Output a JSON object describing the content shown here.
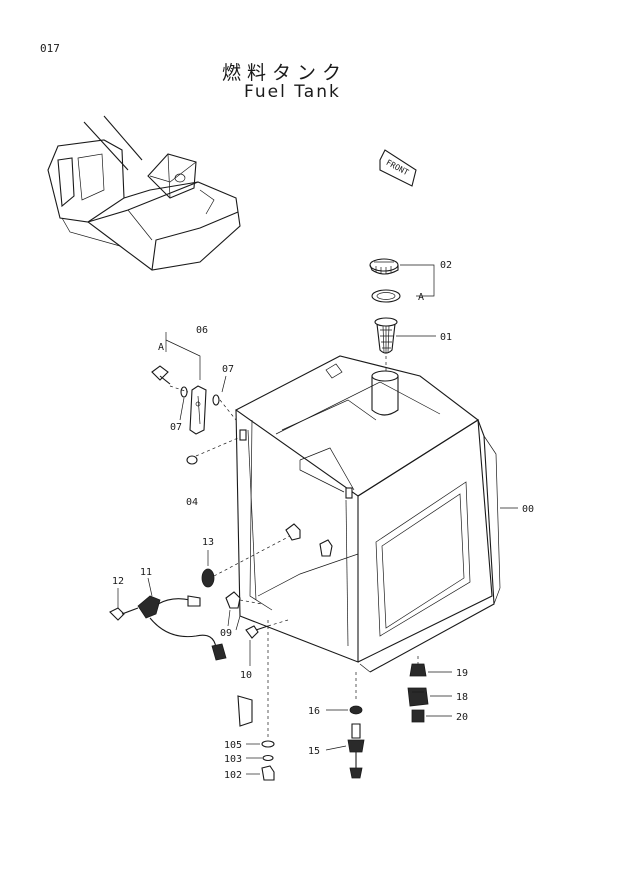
{
  "page": {
    "number": "017"
  },
  "title": {
    "japanese": "燃料タンク",
    "english": "Fuel Tank"
  },
  "front_tag": "FRONT",
  "part_labels": {
    "p00": "00",
    "p01": "01",
    "p02": "02",
    "p04": "04",
    "p06": "06",
    "p07a": "07",
    "p07b": "07",
    "p09": "09",
    "p10": "10",
    "p11": "11",
    "p12": "12",
    "p13": "13",
    "p15": "15",
    "p16": "16",
    "p18": "18",
    "p19": "19",
    "p20": "20",
    "p102": "102",
    "p103": "103",
    "p105": "105"
  },
  "reference_labels": {
    "ref_a_cap": "A",
    "ref_a_bracket": "A"
  }
}
